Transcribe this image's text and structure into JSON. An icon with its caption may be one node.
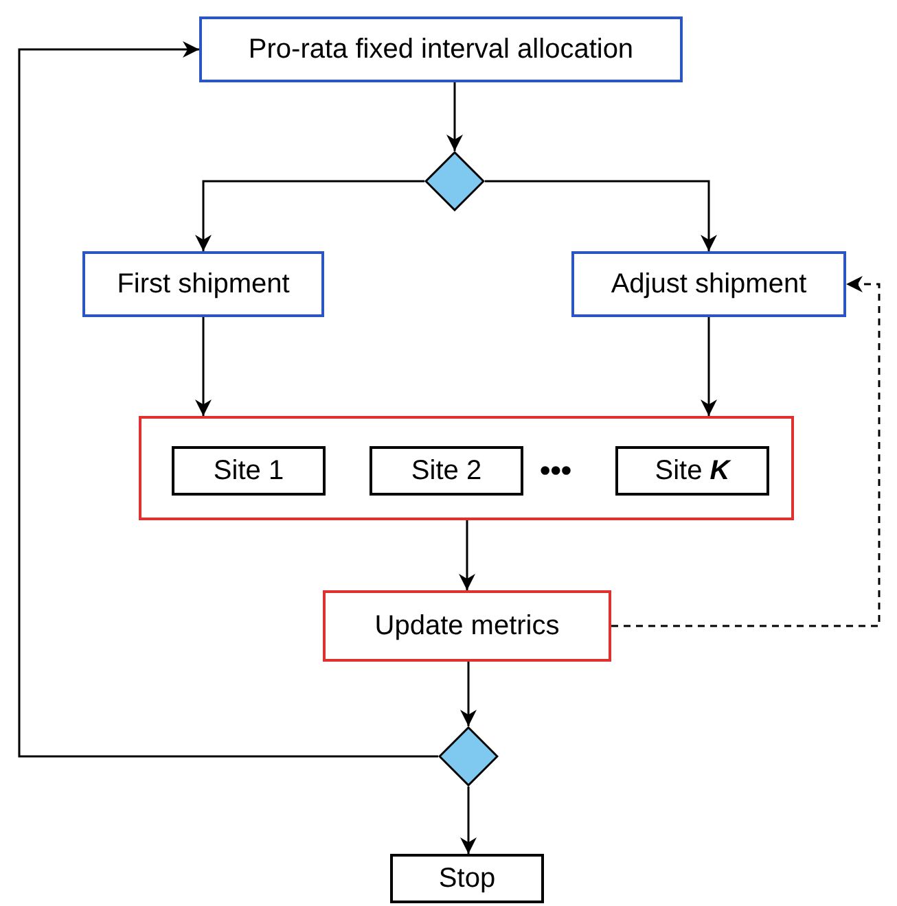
{
  "diagram": {
    "nodes": [
      {
        "text": [
          "Pro-rata fixed interval allocation"
        ]
      },
      {
        "text": [],
        "shape": "diamond"
      },
      {
        "text": [
          "First shipment"
        ]
      },
      {
        "text": [
          "Adjust shipment"
        ]
      },
      {
        "text": [],
        "shape": "box"
      },
      {
        "text": [
          "Site 1"
        ],
        "in": 4
      },
      {
        "text": [
          "Site 2"
        ],
        "in": 4
      },
      {
        "text": [
          "Site *K*"
        ],
        "in": 4
      },
      {
        "text": [
          "Update metrics"
        ]
      },
      {
        "text": [],
        "shape": "diamond"
      },
      {
        "text": [
          "Stop"
        ]
      }
    ],
    "edges": [
      {
        "from": 0,
        "to": 1,
        "arrow": "to"
      },
      {
        "from": 1,
        "to": 2,
        "arrow": "to"
      },
      {
        "from": 1,
        "to": 3,
        "arrow": "to"
      },
      {
        "from": 2,
        "to": 4,
        "arrow": "to"
      },
      {
        "from": 3,
        "to": 4,
        "arrow": "to"
      },
      {
        "from": 4,
        "to": 8,
        "arrow": "to"
      },
      {
        "from": 8,
        "to": 9,
        "arrow": "to"
      },
      {
        "from": 9,
        "to": 10,
        "arrow": "to"
      },
      {
        "from": 9,
        "to": 0,
        "arrow": "to"
      },
      {
        "from": 8,
        "to": 3,
        "arrow": "to",
        "style": "dashed"
      }
    ],
    "labels": [
      "•••"
    ]
  }
}
